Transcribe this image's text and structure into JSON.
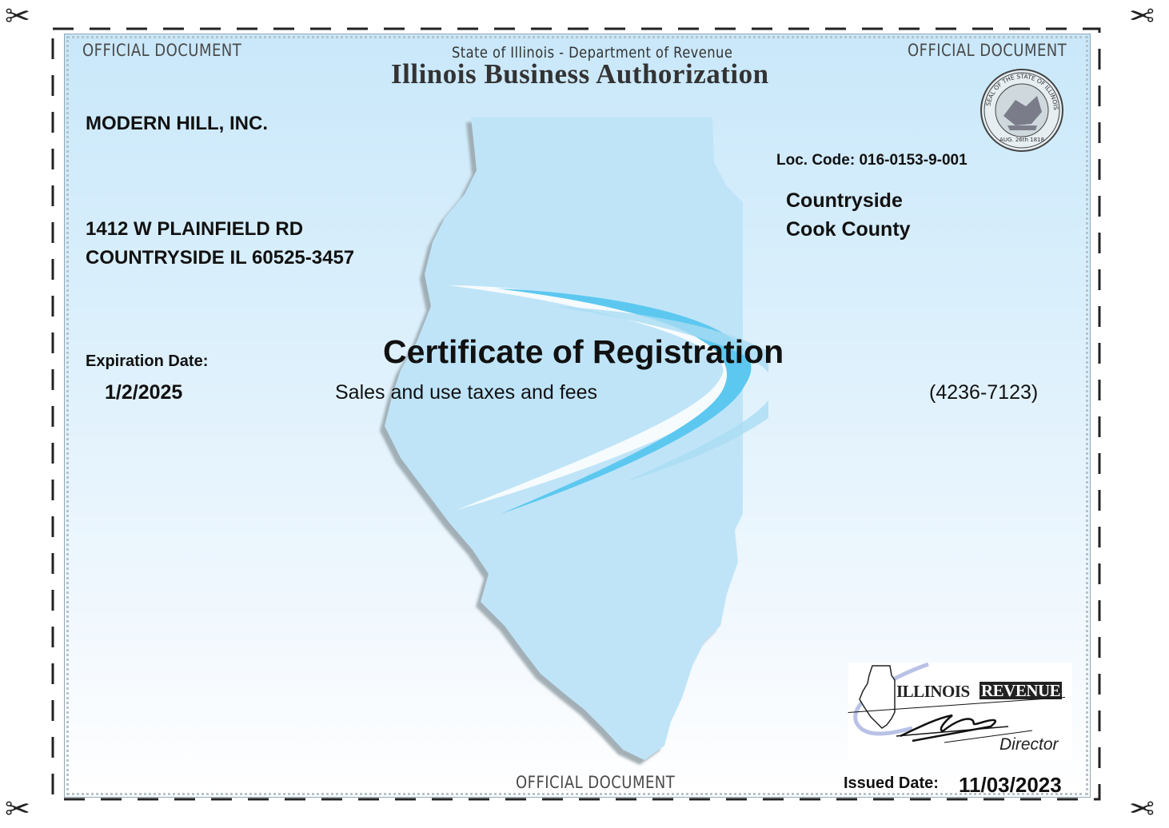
{
  "header": {
    "official_left": "OFFICIAL DOCUMENT",
    "official_right": "OFFICIAL DOCUMENT",
    "official_bottom": "OFFICIAL DOCUMENT",
    "state_line": "State of Illinois - Department of Revenue",
    "title": "Illinois Business Authorization"
  },
  "business": {
    "name": "MODERN HILL, INC.",
    "address_line1": "1412 W PLAINFIELD RD",
    "address_line2": "COUNTRYSIDE IL 60525-3457"
  },
  "location": {
    "loc_code": "Loc. Code: 016-0153-9-001",
    "city": "Countryside",
    "county": "Cook County"
  },
  "certificate": {
    "title": "Certificate of Registration",
    "tax_type": "Sales and use taxes and fees",
    "account": "(4236-7123)"
  },
  "expiration": {
    "label": "Expiration Date:",
    "date": "1/2/2025"
  },
  "signature": {
    "logo_illinois": "ILLINOIS",
    "logo_revenue": "REVENUE",
    "title": "Director"
  },
  "issued": {
    "label": "Issued Date:",
    "date": "11/03/2023"
  },
  "seal": {
    "outer_text": "SEAL OF THE STATE OF ILLINOIS",
    "date_text": "AUG. 26th 1818"
  },
  "colors": {
    "background_top": "#c9e8fa",
    "map_fill": "#bfe4f8",
    "map_shadow": "#9aa7ae",
    "swoosh": "#5cc8f0"
  },
  "icons": {
    "scissors": "scissors-icon"
  }
}
